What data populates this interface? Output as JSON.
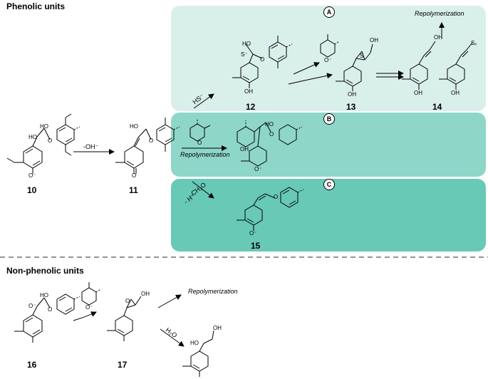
{
  "sections": {
    "phenolic_title": "Phenolic units",
    "non_phenolic_title": "Non-phenolic units"
  },
  "panels": {
    "a_label": "A",
    "b_label": "B",
    "c_label": "C"
  },
  "compounds": {
    "c10": "10",
    "c11": "11",
    "c12": "12",
    "c13": "13",
    "c14": "14",
    "c15": "15",
    "c16": "16",
    "c17": "17"
  },
  "arrow_labels": {
    "minus_oh": "-OH⁻",
    "hs": "HS⁻",
    "repoly_a": "Repolymerization",
    "repoly_b": "Repolymerization",
    "ch2o": "- CH₂O",
    "h_plus": "- H⁺",
    "repoly_np": "Repolymerization",
    "h2o": "H₂O"
  },
  "atom_labels": {
    "ho": "HO",
    "oh": "OH",
    "o": "O",
    "o_minus": "O⁻",
    "s": "S",
    "s_minus": "S⁻",
    "s_x": "Sₓ"
  },
  "colors": {
    "panel_a": "#d9efea",
    "panel_b": "#8ed6c8",
    "panel_c": "#67c9b6",
    "divider": "#555555"
  }
}
